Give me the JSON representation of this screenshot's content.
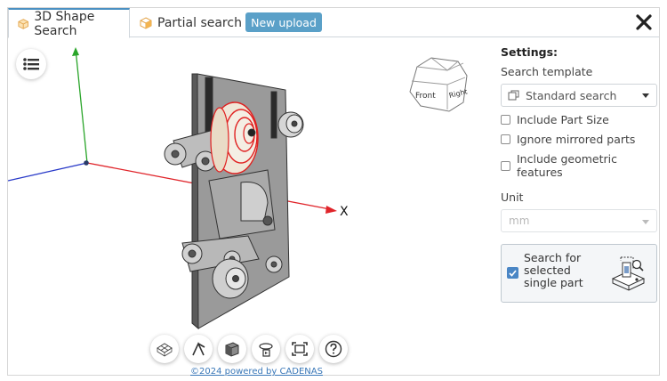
{
  "tabs": [
    {
      "label": "3D Shape Search",
      "active": true
    },
    {
      "label": "Partial search",
      "active": false
    }
  ],
  "upload_button": "New upload",
  "axis": {
    "x_label": "X"
  },
  "view_cube": {
    "front": "Front",
    "right": "Right"
  },
  "footer": {
    "powered": "©2024 powered by CADENAS"
  },
  "settings": {
    "title": "Settings:",
    "template_label": "Search template",
    "template_value": "Standard search",
    "checkboxes": [
      {
        "label": "Include Part Size",
        "checked": false
      },
      {
        "label": "Ignore mirrored parts",
        "checked": false
      },
      {
        "label": "Include geometric features",
        "checked": false
      }
    ],
    "unit_label": "Unit",
    "unit_value": "mm",
    "single_part": {
      "label": "Search for selected single part",
      "checked": true
    }
  },
  "icons": {
    "close": "close-x-icon",
    "list": "list-icon",
    "tools": [
      "mesh-icon",
      "measure-icon",
      "shading-icon",
      "rotate-icon",
      "fit-view-icon",
      "help-icon"
    ]
  },
  "colors": {
    "accent": "#4a90c2",
    "upload_button": "#5aa0c8",
    "axis_x": "#e0242a",
    "axis_y": "#2aa52a",
    "axis_z": "#2738c8",
    "highlight": "#e02020"
  }
}
